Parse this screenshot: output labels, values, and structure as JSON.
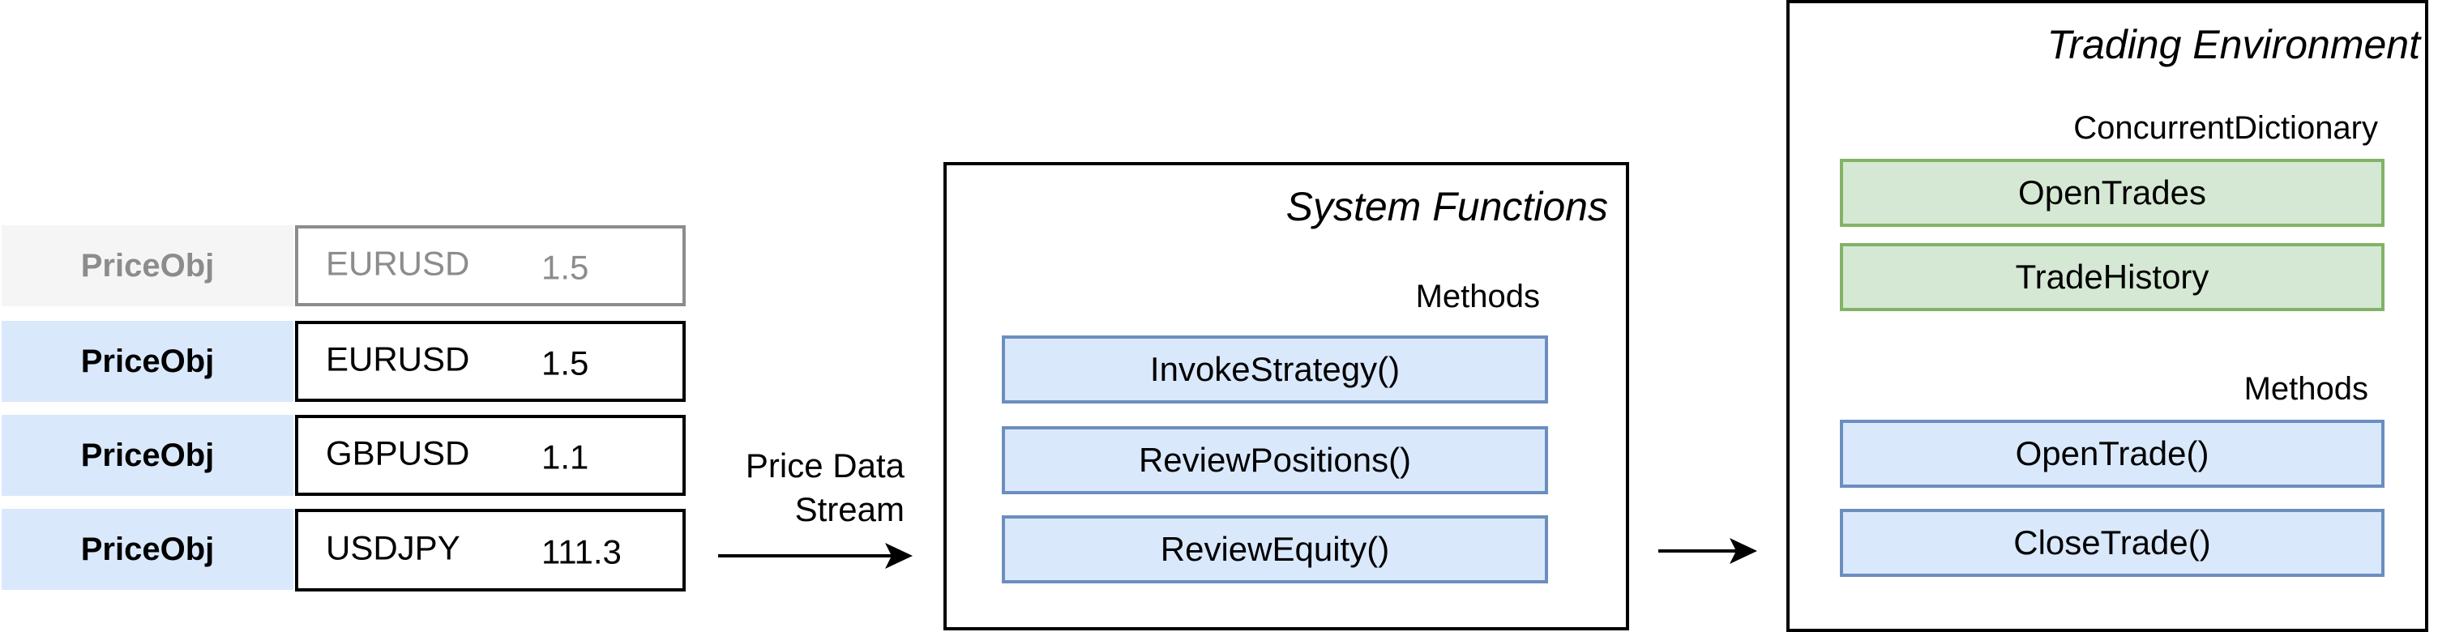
{
  "price_stream": {
    "items": [
      {
        "label": "PriceObj",
        "symbol": "EURUSD",
        "value": "1.5",
        "faded": true
      },
      {
        "label": "PriceObj",
        "symbol": "EURUSD",
        "value": "1.5",
        "faded": false
      },
      {
        "label": "PriceObj",
        "symbol": "GBPUSD",
        "value": "1.1",
        "faded": false
      },
      {
        "label": "PriceObj",
        "symbol": "USDJPY",
        "value": "111.3",
        "faded": false
      }
    ],
    "arrow_label_line1": "Price Data",
    "arrow_label_line2": "Stream"
  },
  "system_functions": {
    "title": "System Functions",
    "methods_label": "Methods",
    "methods": [
      "InvokeStrategy()",
      "ReviewPositions()",
      "ReviewEquity()"
    ]
  },
  "trading_environment": {
    "title": "Trading Environment",
    "dictionary_label": "ConcurrentDictionary",
    "dictionaries": [
      "OpenTrades",
      "TradeHistory"
    ],
    "methods_label": "Methods",
    "methods": [
      "OpenTrade()",
      "CloseTrade()"
    ]
  },
  "colors": {
    "blue_fill": "#dae8fc",
    "blue_stroke": "#6c8ebf",
    "green_fill": "#d5e8d4",
    "green_stroke": "#82b366",
    "faded_text": "#8c8c8c"
  }
}
